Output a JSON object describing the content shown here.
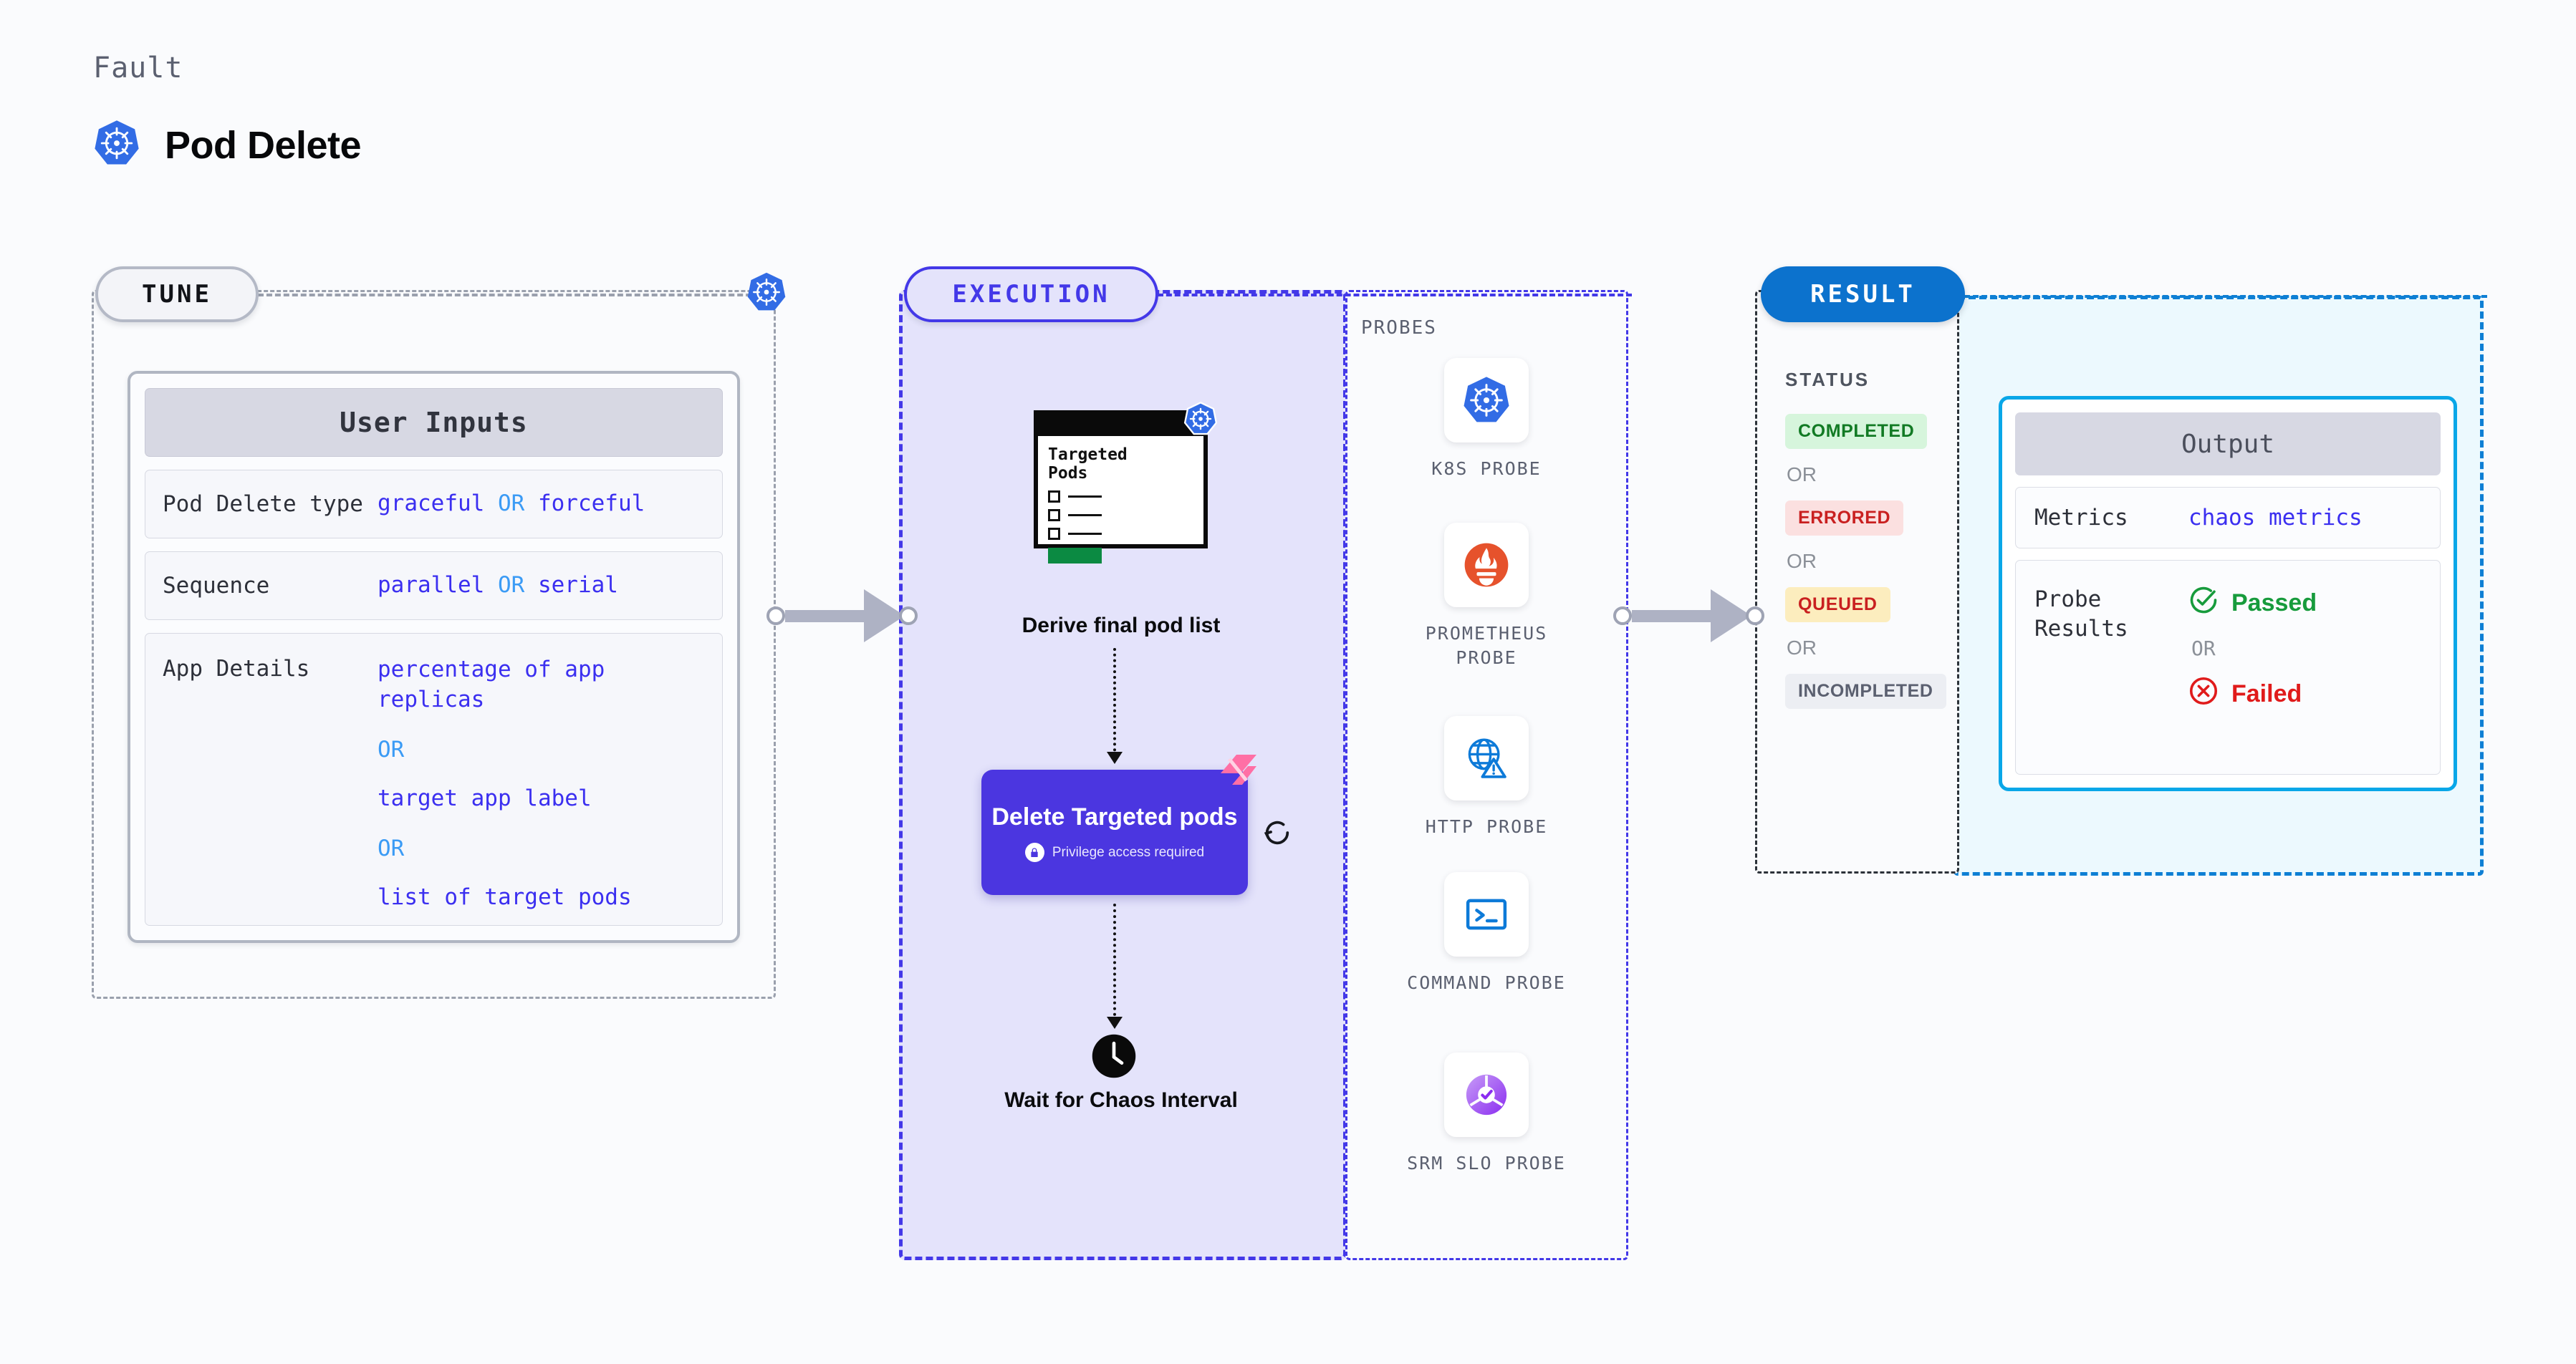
{
  "header": {
    "kicker": "Fault",
    "title": "Pod Delete",
    "icon": "kubernetes-icon"
  },
  "sections": {
    "tune": {
      "label": "TUNE"
    },
    "execution": {
      "label": "EXECUTION"
    },
    "result": {
      "label": "RESULT"
    },
    "probes": {
      "label": "PROBES"
    }
  },
  "tune": {
    "card_title": "User Inputs",
    "rows": [
      {
        "label": "Pod Delete type",
        "values": [
          "graceful",
          "forceful"
        ],
        "separator": "OR"
      },
      {
        "label": "Sequence",
        "values": [
          "parallel",
          "serial"
        ],
        "separator": "OR"
      }
    ],
    "app_details": {
      "label": "App Details",
      "values": [
        "percentage of app replicas",
        "target app label",
        "list of target pods"
      ],
      "separator": "OR"
    }
  },
  "execution": {
    "pods_card": {
      "title_line1": "Targeted",
      "title_line2": "Pods",
      "icon": "kubernetes-icon"
    },
    "derive_caption": "Derive final pod list",
    "delete_node": {
      "title": "Delete Targeted pods",
      "subtext": "Privilege access required",
      "lock_icon": "lock-icon",
      "flag_icon": "pink-flag-icon",
      "loop_icon": "loop-refresh-icon"
    },
    "wait_node": {
      "caption": "Wait for Chaos Interval",
      "icon": "clock-icon"
    }
  },
  "probes": [
    {
      "label": "K8S PROBE",
      "icon": "kubernetes-icon"
    },
    {
      "label": "PROMETHEUS PROBE",
      "icon": "prometheus-icon"
    },
    {
      "label": "HTTP PROBE",
      "icon": "globe-warning-icon"
    },
    {
      "label": "COMMAND PROBE",
      "icon": "terminal-icon"
    },
    {
      "label": "SRM SLO PROBE",
      "icon": "srm-slo-icon"
    }
  ],
  "result": {
    "status_title": "STATUS",
    "separator": "OR",
    "statuses": [
      {
        "label": "COMPLETED",
        "variant": "completed"
      },
      {
        "label": "ERRORED",
        "variant": "errored"
      },
      {
        "label": "QUEUED",
        "variant": "queued"
      },
      {
        "label": "INCOMPLETED",
        "variant": "incomplete"
      }
    ],
    "output": {
      "card_title": "Output",
      "metrics": {
        "label": "Metrics",
        "value": "chaos metrics"
      },
      "probe_results": {
        "label": "Probe Results",
        "separator": "OR",
        "passed": {
          "label": "Passed",
          "icon": "check-circle-icon"
        },
        "failed": {
          "label": "Failed",
          "icon": "x-circle-icon"
        }
      }
    }
  },
  "colors": {
    "background": "#fafbfd",
    "tune_border": "#9aa0ad",
    "execution_accent": "#4338e8",
    "execution_fill": "#e4e3fb",
    "result_accent": "#0c72cd",
    "output_border": "#09a7e8",
    "output_fill": "#ecf9fe",
    "value_text": "#3b2ff0",
    "or_text": "#3b9bf5",
    "delete_node": "#4b36e0",
    "flag_pink": "#ff6fa5",
    "passed": "#179b3c",
    "failed": "#e01b1b"
  }
}
